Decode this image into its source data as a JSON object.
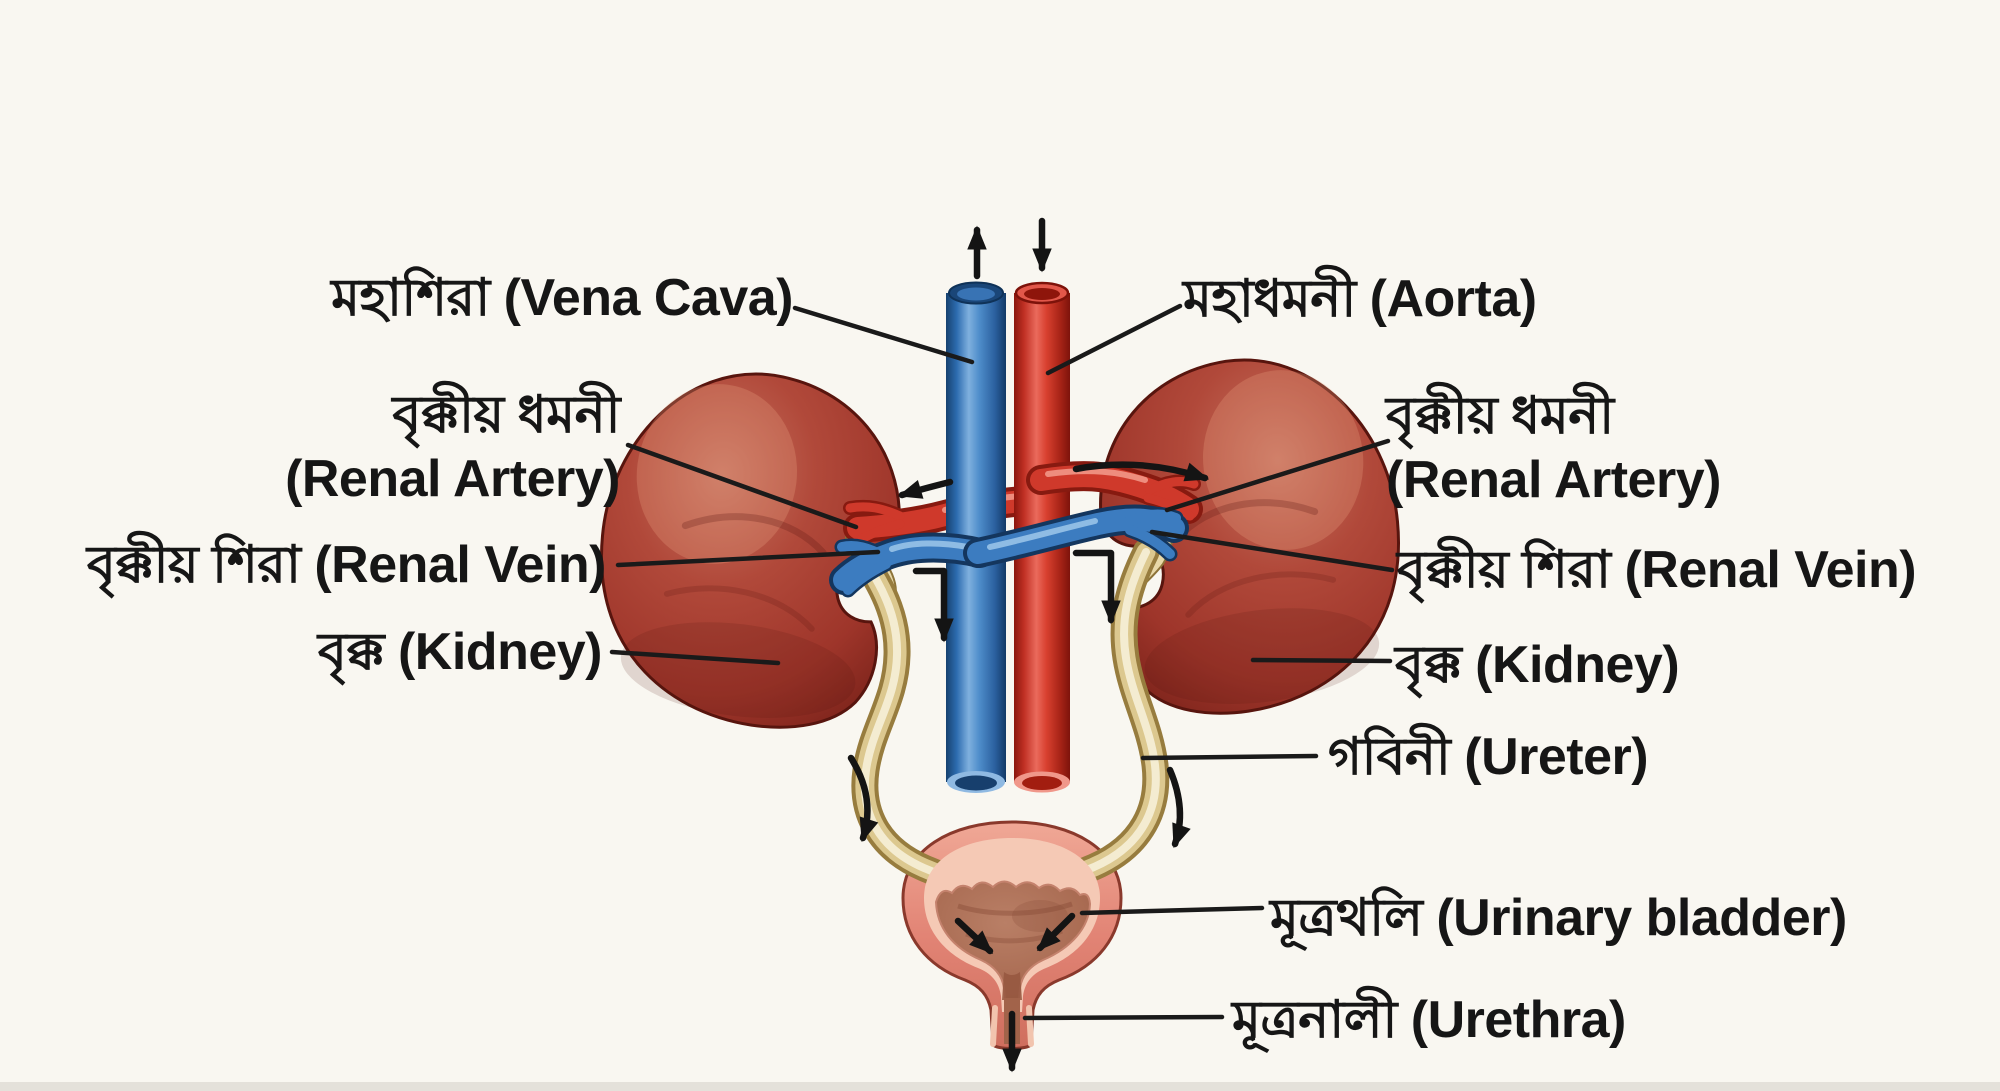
{
  "diagram": {
    "subject": "human-urinary-excretory-system",
    "labels": {
      "vena_cava": "মহাশিরা (Vena Cava)",
      "aorta": "মহাধমনী (Aorta)",
      "renal_artery_bn": "বৃক্কীয় ধমনী",
      "renal_artery_en": "(Renal Artery)",
      "renal_vein": "বৃক্কীয় শিরা (Renal Vein)",
      "kidney": "বৃক্ক (Kidney)",
      "ureter": "গবিনী (Ureter)",
      "urinary_bladder": "মূত্রথলি (Urinary bladder)",
      "urethra": "মূত্রনালী (Urethra)"
    },
    "colors": {
      "background": "#f9f7f1",
      "label_text": "#161616",
      "vein_blue": "#3c7cc0",
      "vein_blue_dark": "#14365e",
      "artery_red": "#cf392b",
      "artery_red_dark": "#871a10",
      "kidney_red": "#a03527",
      "kidney_dark": "#58150e",
      "ureter_cream": "#dcc88f",
      "bladder_wall_salmon": "#e28475",
      "bladder_rim_pink": "#f5c9b5",
      "bladder_interior_brown": "#a96b52",
      "arrow_black": "#141414"
    },
    "parts": [
      {
        "name": "vena-cava",
        "color": "#3c7cc0"
      },
      {
        "name": "aorta",
        "color": "#cf392b"
      },
      {
        "name": "kidney-left",
        "color": "#a03527"
      },
      {
        "name": "kidney-right",
        "color": "#a03527"
      },
      {
        "name": "renal-artery-left",
        "color": "#cf392b"
      },
      {
        "name": "renal-artery-right",
        "color": "#cf392b"
      },
      {
        "name": "renal-vein-left",
        "color": "#3c7cc0"
      },
      {
        "name": "renal-vein-right",
        "color": "#3c7cc0"
      },
      {
        "name": "ureter-left",
        "color": "#dcc88f"
      },
      {
        "name": "ureter-right",
        "color": "#dcc88f"
      },
      {
        "name": "urinary-bladder",
        "color": "#e28475"
      },
      {
        "name": "urethra",
        "color": "#a2634a"
      }
    ],
    "flow_arrows": [
      "blood-up-out-vena-cava",
      "blood-down-in-aorta",
      "flow-into-left-kidney",
      "flow-into-right-kidney",
      "flow-down-left-of-vena-cava",
      "flow-down-right-of-aorta",
      "urine-down-left-ureter",
      "urine-down-right-ureter",
      "urine-into-bladder-left",
      "urine-into-bladder-right",
      "urine-out-urethra"
    ]
  }
}
